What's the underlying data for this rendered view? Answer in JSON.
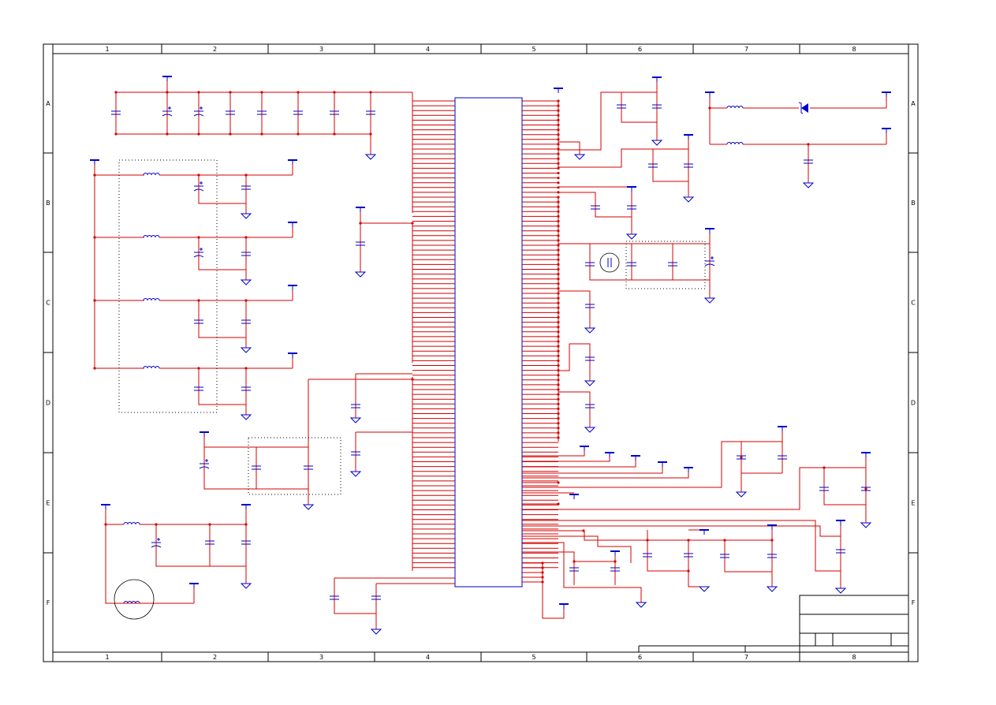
{
  "sheet": {
    "columns": [
      "1",
      "2",
      "3",
      "4",
      "5",
      "6",
      "7",
      "8"
    ],
    "rows": [
      "A",
      "B",
      "C",
      "D",
      "E",
      "F"
    ]
  },
  "symbols": {
    "ic": "integrated-circuit",
    "capacitor": "capacitor-icon",
    "electrolytic": "polarized-capacitor-icon",
    "inductor": "inductor-icon",
    "ground": "ground-icon",
    "power": "power-rail-icon",
    "diode": "diode-icon"
  },
  "colors": {
    "wire": "#d40000",
    "component": "#0000c8",
    "frame": "#000000",
    "background": "#ffffff"
  }
}
